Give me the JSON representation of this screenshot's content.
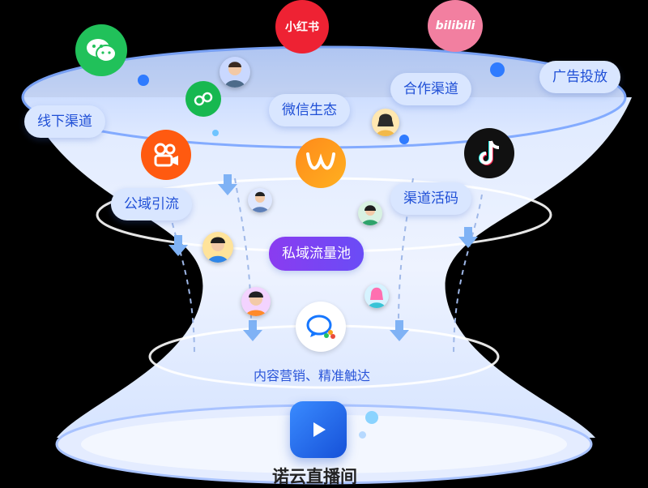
{
  "nodes": {
    "offline_channel": "线下渠道",
    "wechat_ecosystem": "微信生态",
    "cooperation_channel": "合作渠道",
    "ad_placement": "广告投放",
    "public_traffic": "公域引流",
    "channel_live_code": "渠道活码",
    "private_pool": "私域流量池"
  },
  "caption": "内容营销、精准触达",
  "brand": "诺云直播间",
  "icons": {
    "wechat": "wechat-icon",
    "mini_program": "mini-program-icon",
    "xiaohongshu": "小红书",
    "bilibili": "bilibili",
    "kuaishou": "kuaishou-icon",
    "weibo_like": "brand-w-icon",
    "douyin": "douyin-icon",
    "wecom": "wecom-icon",
    "live": "live-play-icon"
  },
  "colors": {
    "funnel": "#cfe0ff",
    "accent": "#1f4fd6",
    "purple": "#7a45f2"
  }
}
